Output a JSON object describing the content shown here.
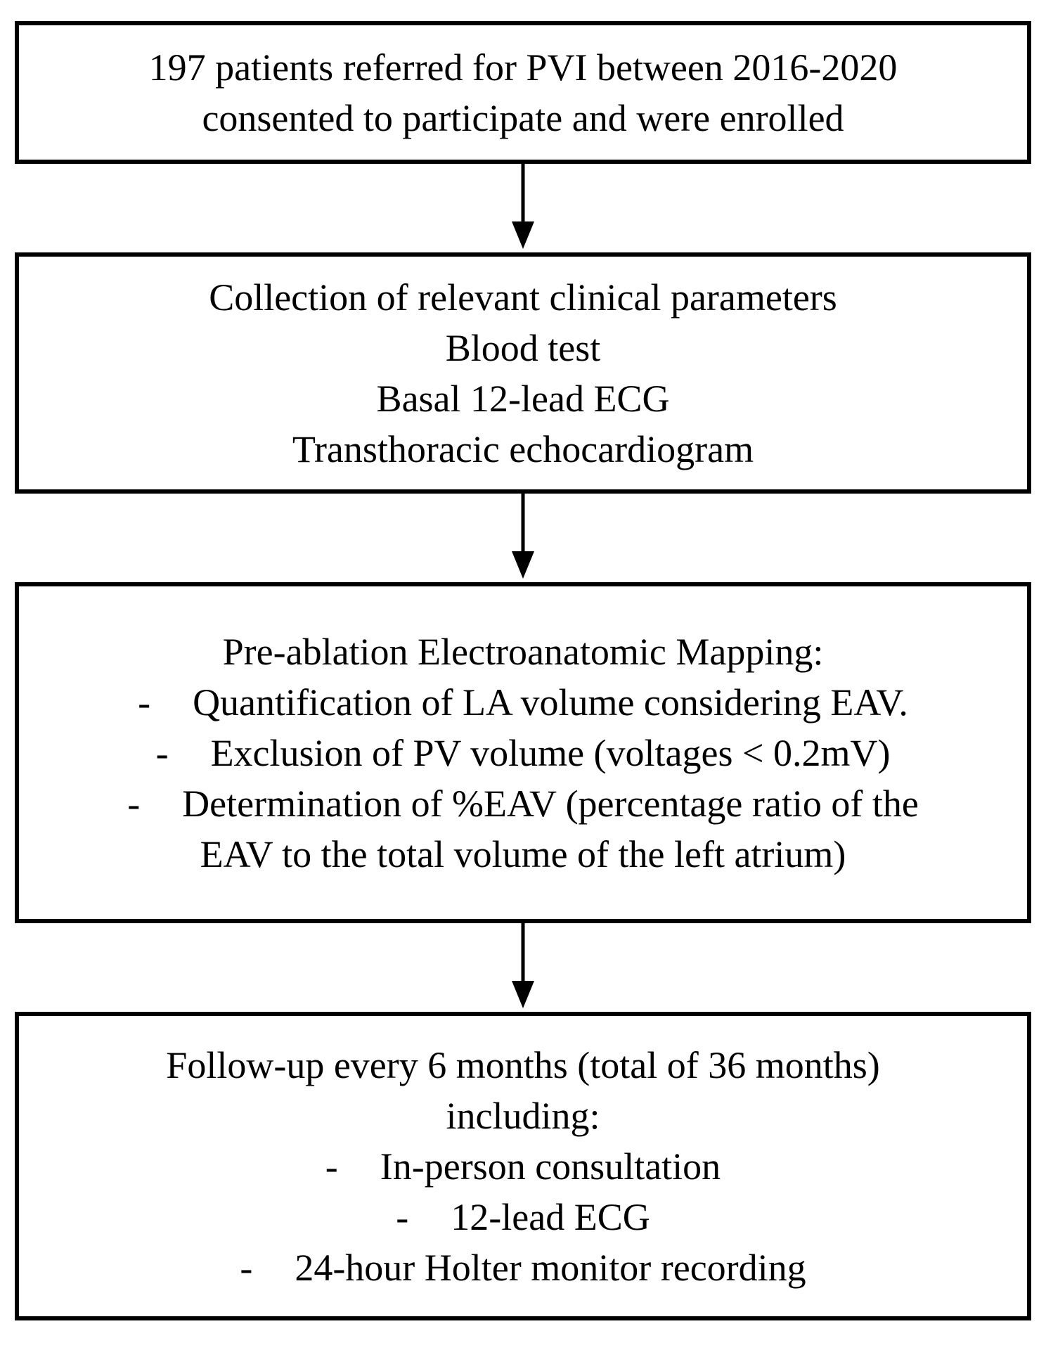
{
  "flowchart": {
    "colors": {
      "background": "#ffffff",
      "border": "#000000",
      "text": "#000000",
      "arrow": "#000000"
    },
    "boxes": [
      {
        "name": "enrollment",
        "lines": [
          {
            "text": "197 patients referred for PVI between 2016-2020"
          },
          {
            "text": "consented to participate and were enrolled"
          }
        ]
      },
      {
        "name": "baseline-assessment",
        "lines": [
          {
            "text": "Collection of relevant clinical parameters"
          },
          {
            "text": "Blood test"
          },
          {
            "text": "Basal 12-lead ECG"
          },
          {
            "text": "Transthoracic echocardiogram"
          }
        ]
      },
      {
        "name": "pre-ablation-mapping",
        "lines": [
          {
            "text": "Pre-ablation Electroanatomic Mapping:"
          },
          {
            "bullet": "-",
            "text": "Quantification of LA volume considering EAV."
          },
          {
            "bullet": "-",
            "text": "Exclusion of PV volume (voltages < 0.2mV)"
          },
          {
            "bullet": "-",
            "text": "Determination of %EAV (percentage ratio of the"
          },
          {
            "text": "EAV to the total volume of the left atrium)"
          }
        ]
      },
      {
        "name": "follow-up",
        "lines": [
          {
            "text": "Follow-up every 6 months (total of 36 months)"
          },
          {
            "text": "including:"
          },
          {
            "bullet": "-",
            "text": "In-person consultation"
          },
          {
            "bullet": "-",
            "text": "12-lead ECG"
          },
          {
            "bullet": "-",
            "text": "24-hour Holter monitor recording"
          }
        ]
      }
    ]
  }
}
